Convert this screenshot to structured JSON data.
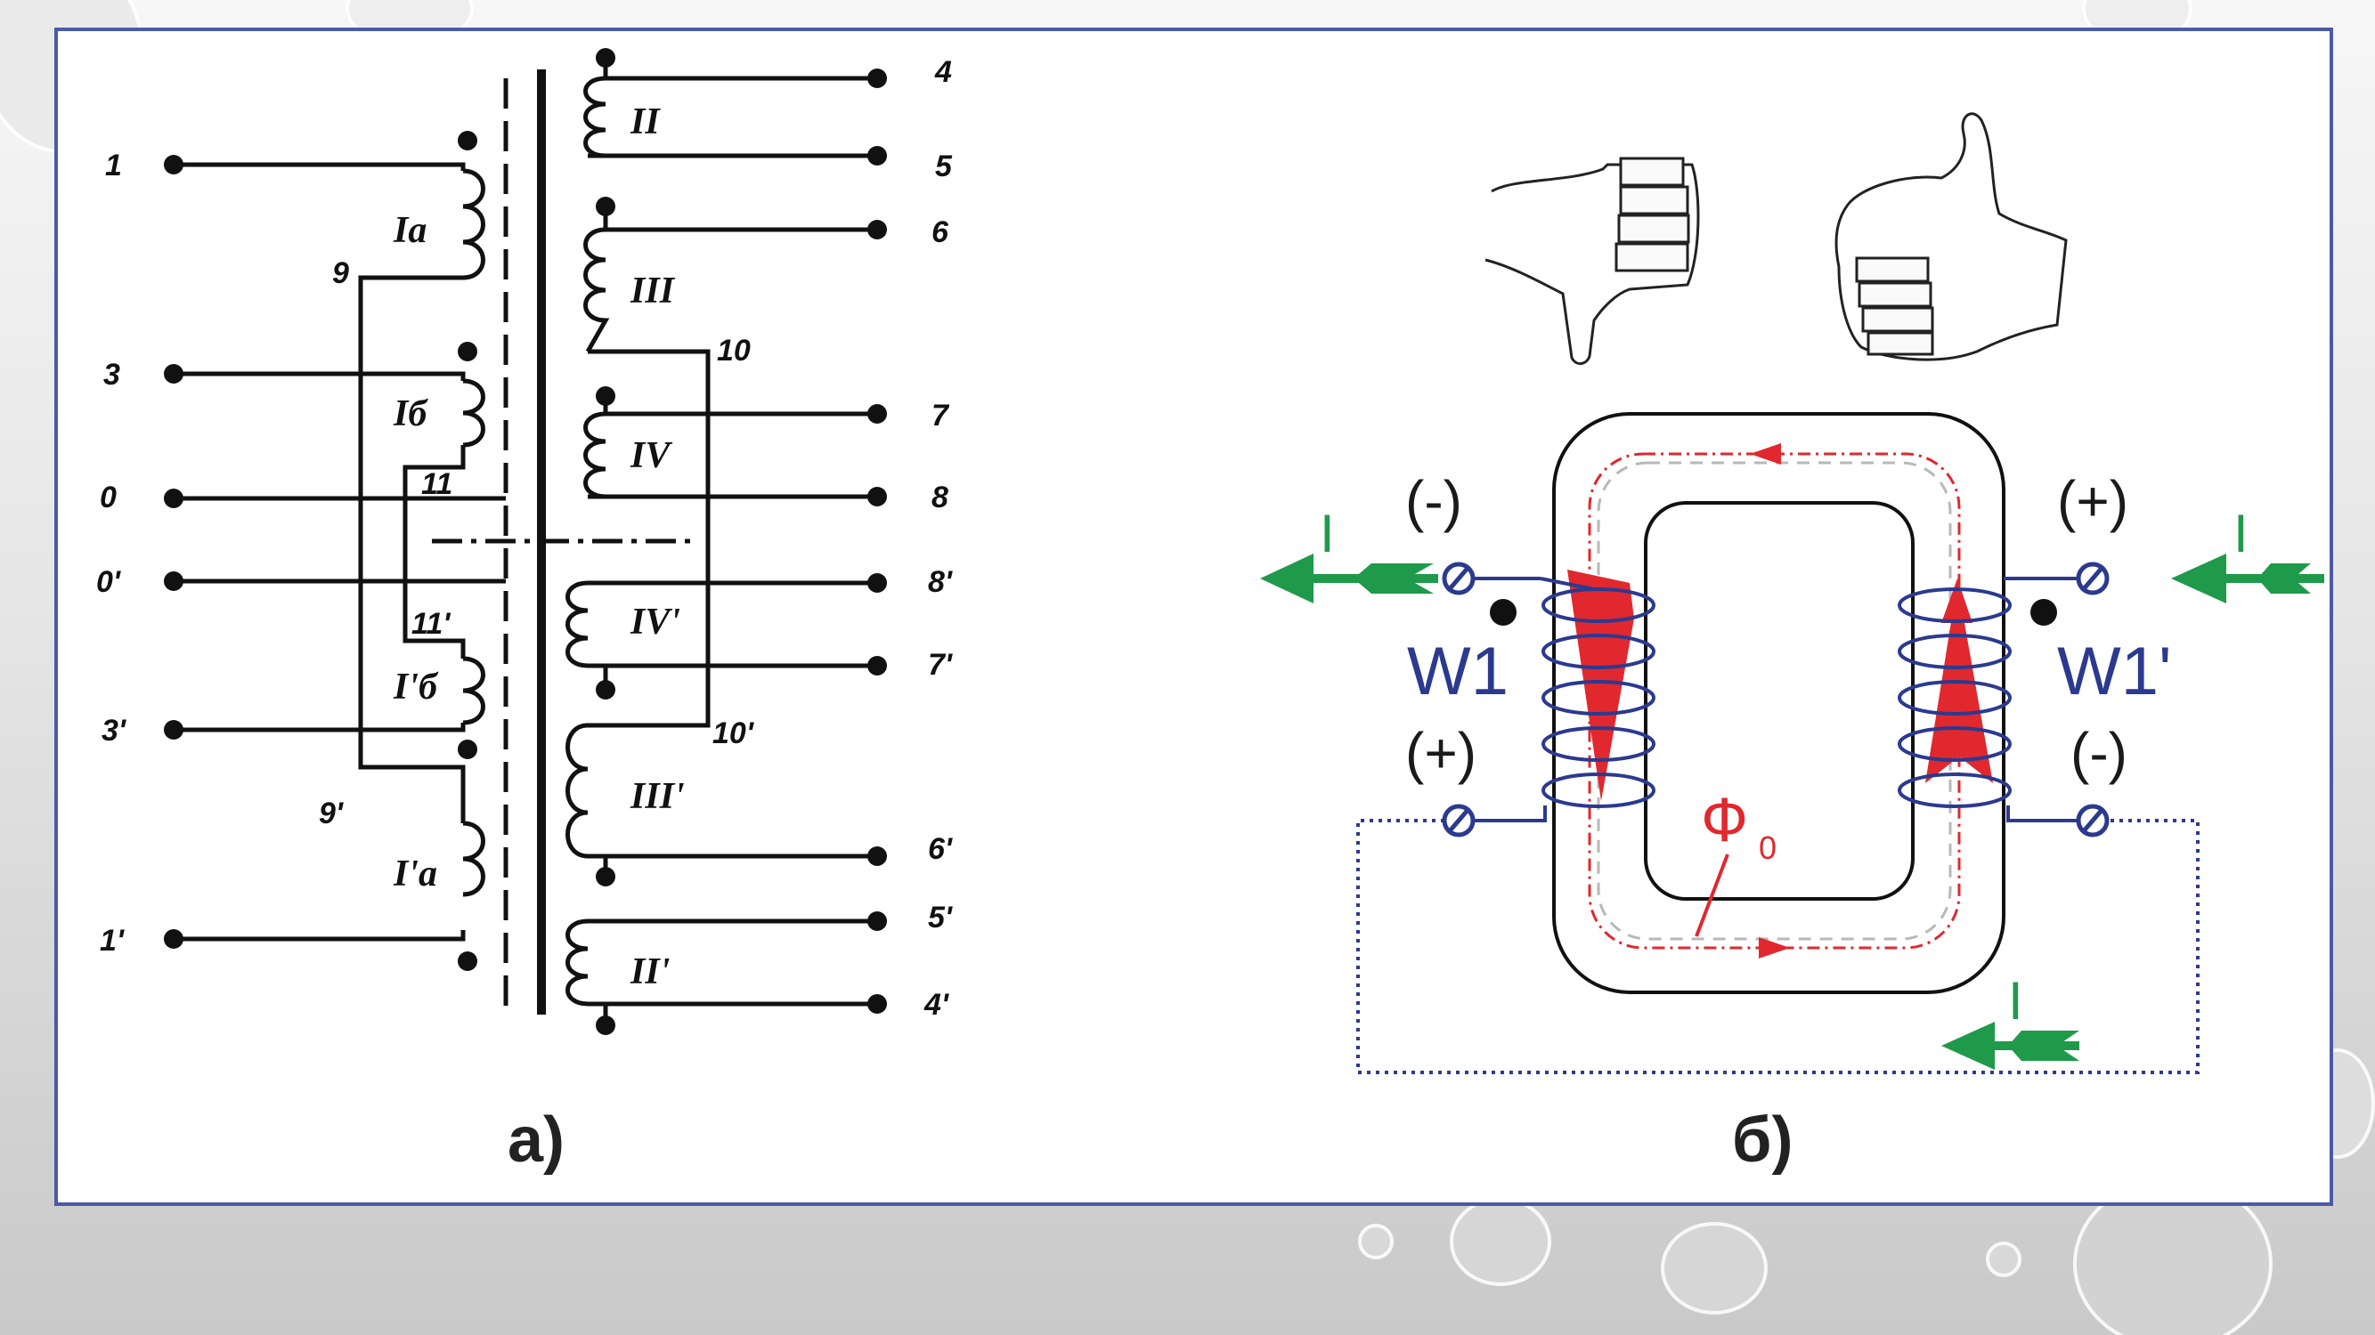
{
  "diagram_a": {
    "caption": "а)",
    "terminals_left": [
      "1",
      "3",
      "0",
      "0'",
      "3'",
      "1'"
    ],
    "junctions": [
      "9",
      "11",
      "11'",
      "9'",
      "10",
      "10'"
    ],
    "primary_windings": [
      "Iа",
      "Iб",
      "I'б",
      "I'а"
    ],
    "terminals_right": [
      "4",
      "5",
      "6",
      "7",
      "8",
      "8'",
      "7'",
      "6'",
      "5'",
      "4'"
    ],
    "secondary_windings": [
      "II",
      "III",
      "IV",
      "IV'",
      "III'",
      "II'"
    ]
  },
  "diagram_b": {
    "caption": "б)",
    "left_winding": "W1",
    "right_winding": "W1'",
    "polarity": {
      "left_top": "(-)",
      "left_bottom": "(+)",
      "right_top": "(+)",
      "right_bottom": "(-)"
    },
    "current_label": "I",
    "flux_label": "Ф",
    "flux_subscript": "0"
  },
  "colors": {
    "frame": "#4a5aa8",
    "winding": "#2b3a8f",
    "current": "#1f9a4a",
    "flux": "#e0282e"
  }
}
